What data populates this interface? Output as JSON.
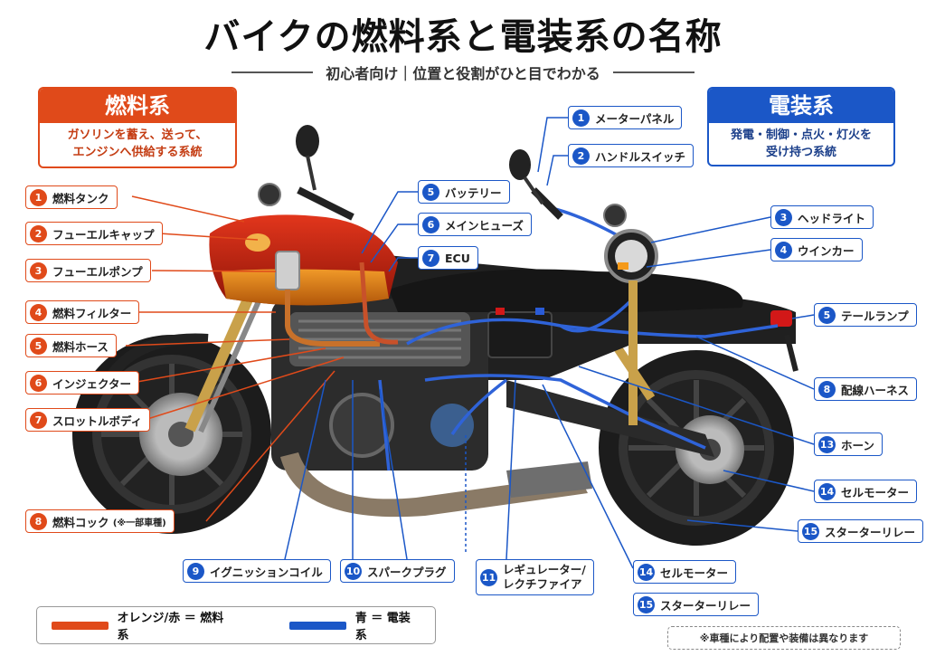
{
  "title": "バイクの燃料系と電装系の名称",
  "subtitle": "初心者向け｜位置と役割がひと目でわかる",
  "fuel": {
    "heading": "燃料系",
    "desc1": "ガソリンを蓄え、送って、",
    "desc2": "エンジンへ供給する系統",
    "color": "#e04a1a",
    "labels": [
      {
        "num": "1",
        "text": "燃料タンク"
      },
      {
        "num": "2",
        "text": "フューエルキャップ"
      },
      {
        "num": "3",
        "text": "フューエルポンプ"
      },
      {
        "num": "4",
        "text": "燃料フィルター"
      },
      {
        "num": "5",
        "text": "燃料ホース"
      },
      {
        "num": "6",
        "text": "インジェクター"
      },
      {
        "num": "7",
        "text": "スロットルボディ"
      },
      {
        "num": "8",
        "text": "燃料コック",
        "note": "(※一部車種)"
      }
    ]
  },
  "elec": {
    "heading": "電装系",
    "desc1": "発電・制御・点火・灯火を",
    "desc2": "受け持つ系統",
    "color": "#1b57c7",
    "labels": [
      {
        "num": "1",
        "text": "メーターパネル"
      },
      {
        "num": "2",
        "text": "ハンドルスイッチ"
      },
      {
        "num": "5",
        "text": "バッテリー"
      },
      {
        "num": "6",
        "text": "メインヒューズ"
      },
      {
        "num": "7",
        "text": "ECU"
      },
      {
        "num": "3",
        "text": "ヘッドライト"
      },
      {
        "num": "4",
        "text": "ウインカー"
      },
      {
        "num": "5",
        "text": "テールランプ"
      },
      {
        "num": "8",
        "text": "配線ハーネス"
      },
      {
        "num": "13",
        "text": "ホーン"
      },
      {
        "num": "14",
        "text": "セルモーター"
      },
      {
        "num": "15",
        "text": "スターターリレー"
      },
      {
        "num": "9",
        "text": "イグニッションコイル"
      },
      {
        "num": "10",
        "text": "スパークプラグ"
      },
      {
        "num": "11",
        "text": "レギュレーター/",
        "text2": "レクチファイア"
      },
      {
        "num": "14",
        "text": "セルモーター"
      },
      {
        "num": "15",
        "text": "スターターリレー"
      }
    ]
  },
  "legend": {
    "fuel": "オレンジ/赤 ＝ 燃料系",
    "elec": "青 ＝ 電装系"
  },
  "note": "※車種により配置や装備は異なります"
}
